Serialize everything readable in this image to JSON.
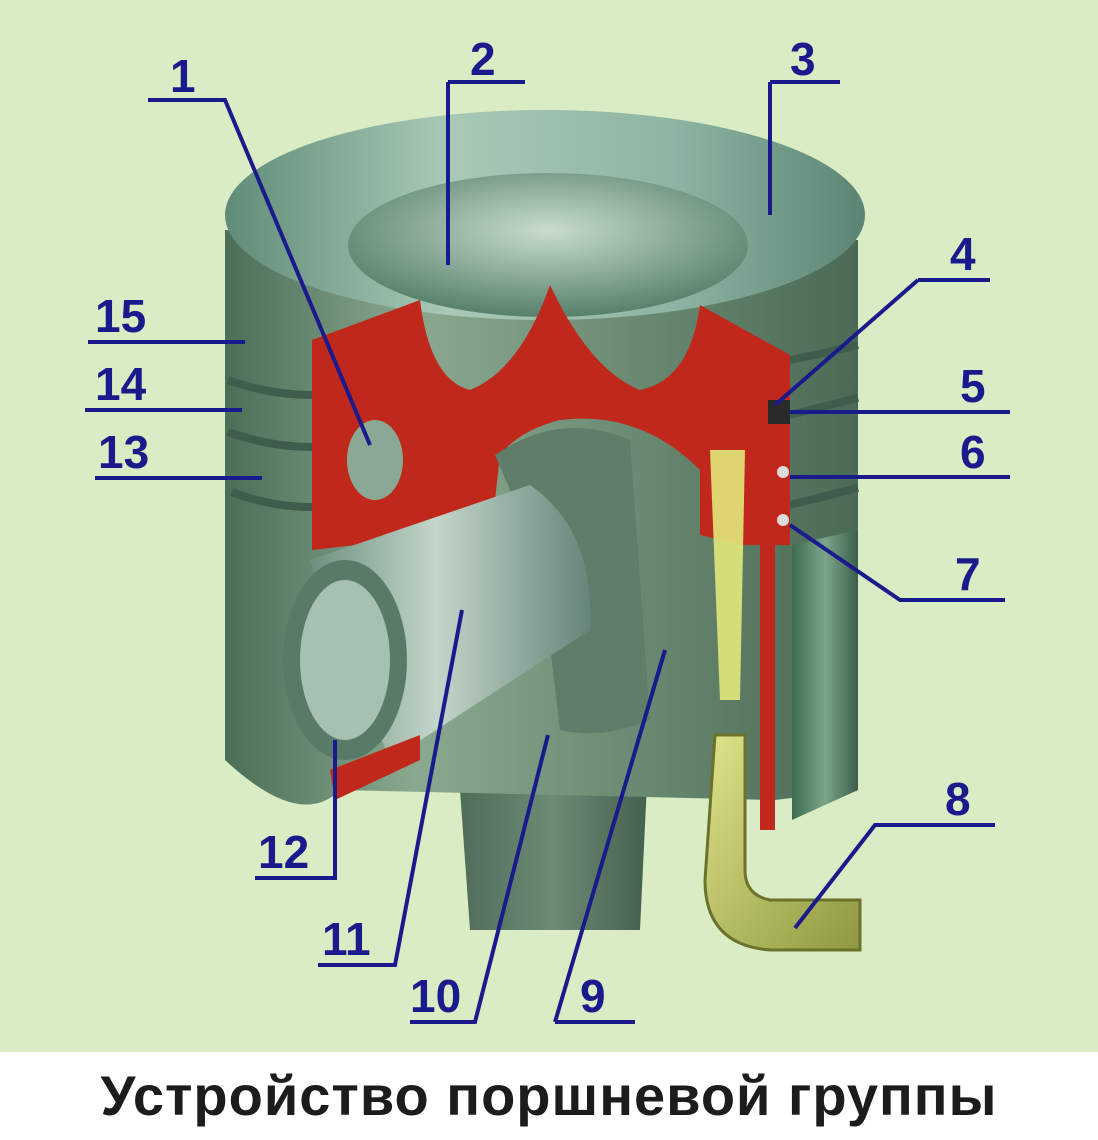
{
  "caption": "Устройство поршневой группы",
  "callouts": [
    {
      "id": 1,
      "label": "1"
    },
    {
      "id": 2,
      "label": "2"
    },
    {
      "id": 3,
      "label": "3"
    },
    {
      "id": 4,
      "label": "4"
    },
    {
      "id": 5,
      "label": "5"
    },
    {
      "id": 6,
      "label": "6"
    },
    {
      "id": 7,
      "label": "7"
    },
    {
      "id": 8,
      "label": "8"
    },
    {
      "id": 9,
      "label": "9"
    },
    {
      "id": 10,
      "label": "10"
    },
    {
      "id": 11,
      "label": "11"
    },
    {
      "id": 12,
      "label": "12"
    },
    {
      "id": 13,
      "label": "13"
    },
    {
      "id": 14,
      "label": "14"
    },
    {
      "id": 15,
      "label": "15"
    }
  ],
  "colors": {
    "background": "#d9ecc4",
    "section_red": "#c0281c",
    "metal_green": "#6f9276",
    "nozzle": "#b5bd52",
    "label_blue": "#1a1a8c"
  }
}
